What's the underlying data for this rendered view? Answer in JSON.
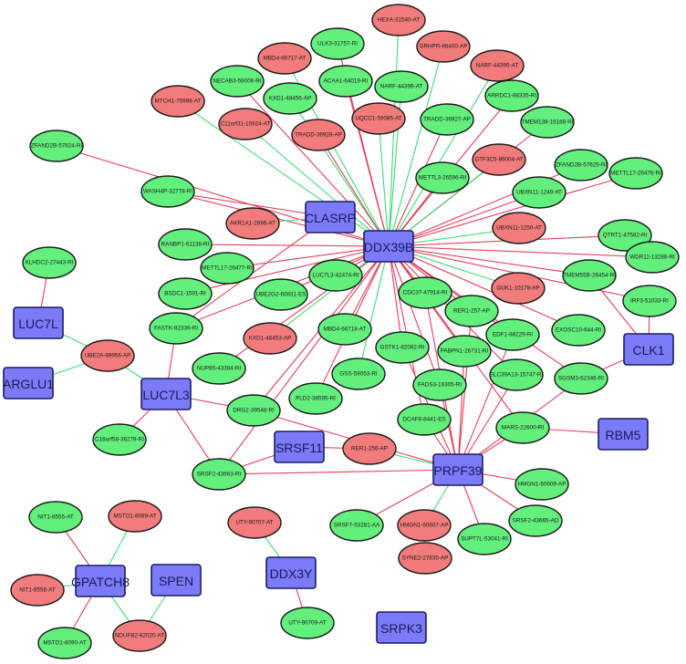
{
  "colors": {
    "hub_fill": "#7b7bf7",
    "hub_stroke": "#1c1c66",
    "up_fill": "#62ef7c",
    "down_fill": "#f27b7b",
    "node_stroke": "#1a1a1a",
    "edge_red": "#e2405c",
    "edge_green": "#3fdc74"
  },
  "hubs": [
    "CLASRP",
    "DDX39B",
    "LUC7L",
    "ARGLU1",
    "LUC7L3",
    "SRSF11",
    "PRPF39",
    "CLK1",
    "RBM5",
    "GPATCH8",
    "SPEN",
    "DDX3Y",
    "SRPK3"
  ],
  "events": [
    {
      "id": "HEXA-31540-AT",
      "type": "red"
    },
    {
      "id": "GRHPR-86400-AP",
      "type": "red"
    },
    {
      "id": "MBD4-66717-AT",
      "type": "red"
    },
    {
      "id": "ULK3-31757-RI",
      "type": "green"
    },
    {
      "id": "NARF-44395-AT",
      "type": "red"
    },
    {
      "id": "NECAB3-59006-RI",
      "type": "green"
    },
    {
      "id": "ACAA1-64019-RI",
      "type": "green"
    },
    {
      "id": "NARF-44396-AT",
      "type": "green"
    },
    {
      "id": "KXD1-48456-AP",
      "type": "green"
    },
    {
      "id": "MTCH1-75998-AT",
      "type": "red"
    },
    {
      "id": "ARRDC1-88335-RI",
      "type": "green"
    },
    {
      "id": "C11orf31-15924-AT",
      "type": "red"
    },
    {
      "id": "UQCC1-59085-AT",
      "type": "red"
    },
    {
      "id": "TRADD-36928-AP",
      "type": "red"
    },
    {
      "id": "TRADD-36927-AP",
      "type": "green"
    },
    {
      "id": "TMEM138-16188-RI",
      "type": "green"
    },
    {
      "id": "ZFAND2B-57624-RI",
      "type": "green"
    },
    {
      "id": "GTF3C5-86004-AT",
      "type": "red"
    },
    {
      "id": "METTL3-26596-RI",
      "type": "green"
    },
    {
      "id": "ZFAND2B-57625-RI",
      "type": "green"
    },
    {
      "id": "METTL17-26476-RI",
      "type": "green"
    },
    {
      "id": "WASH4P-32778-RI",
      "type": "green"
    },
    {
      "id": "UBXN11-1249-AT",
      "type": "green"
    },
    {
      "id": "AKR1A1-2696-AT",
      "type": "red"
    },
    {
      "id": "UBXN11-1250-AT",
      "type": "red"
    },
    {
      "id": "QTRT1-47582-RI",
      "type": "green"
    },
    {
      "id": "RANBP1-61138-RI",
      "type": "green"
    },
    {
      "id": "WDR11-13288-RI",
      "type": "green"
    },
    {
      "id": "METTL17-26477-RI",
      "type": "green"
    },
    {
      "id": "LUC7L3-42474-RI",
      "type": "green"
    },
    {
      "id": "TMEM55B-26454-RI",
      "type": "green"
    },
    {
      "id": "BSDC1-1591-RI",
      "type": "green"
    },
    {
      "id": "UBE2G2-60831-ES",
      "type": "green"
    },
    {
      "id": "CDC37-47914-RI",
      "type": "green"
    },
    {
      "id": "GUK1-10178-AP",
      "type": "red"
    },
    {
      "id": "IRF3-51033-RI",
      "type": "green"
    },
    {
      "id": "RER1-257-AP",
      "type": "green"
    },
    {
      "id": "KLHDC2-27443-RI",
      "type": "green"
    },
    {
      "id": "FASTK-82336-RI",
      "type": "green"
    },
    {
      "id": "KXD1-48453-AP",
      "type": "red"
    },
    {
      "id": "MBD4-66718-AT",
      "type": "green"
    },
    {
      "id": "EDF1-88229-RI",
      "type": "green"
    },
    {
      "id": "EXOSC10-644-RI",
      "type": "green"
    },
    {
      "id": "UBE2A-89956-AP",
      "type": "red"
    },
    {
      "id": "NUP85-43384-RI",
      "type": "green"
    },
    {
      "id": "GSTK1-82082-RI",
      "type": "green"
    },
    {
      "id": "PABPN1-26731-RI",
      "type": "green"
    },
    {
      "id": "GSS-59053-RI",
      "type": "green"
    },
    {
      "id": "FADS3-16305-RI",
      "type": "green"
    },
    {
      "id": "SLC39A13-15747-RI",
      "type": "green"
    },
    {
      "id": "SGSM3-62346-RI",
      "type": "green"
    },
    {
      "id": "PLD2-38595-RI",
      "type": "green"
    },
    {
      "id": "DRG2-39548-RI",
      "type": "green"
    },
    {
      "id": "C16orf58-36278-RI",
      "type": "green"
    },
    {
      "id": "DCAF8-8441-ES",
      "type": "green"
    },
    {
      "id": "MARS-22600-RI",
      "type": "green"
    },
    {
      "id": "RER1-256-AP",
      "type": "red"
    },
    {
      "id": "SRSF2-43663-RI",
      "type": "green"
    },
    {
      "id": "HMGN1-60609-AP",
      "type": "green"
    },
    {
      "id": "SRSF7-53281-AA",
      "type": "green"
    },
    {
      "id": "HMGN1-60607-AP",
      "type": "red"
    },
    {
      "id": "SUPT7L-53041-RI",
      "type": "green"
    },
    {
      "id": "SRSF2-43665-AD",
      "type": "green"
    },
    {
      "id": "SYNE2-27835-AP",
      "type": "red"
    },
    {
      "id": "NIT1-8555-AT",
      "type": "green"
    },
    {
      "id": "MSTO1-8089-AT",
      "type": "red"
    },
    {
      "id": "NIT1-8556-AT",
      "type": "red"
    },
    {
      "id": "MSTO1-8090-AT",
      "type": "green"
    },
    {
      "id": "NDUFB2-82020-AT",
      "type": "red"
    },
    {
      "id": "UTY-90707-AT",
      "type": "red"
    },
    {
      "id": "UTY-90709-AT",
      "type": "green"
    }
  ],
  "edges": [
    [
      "DDX39B",
      "HEXA-31540-AT",
      "green"
    ],
    [
      "DDX39B",
      "GRHPR-86400-AP",
      "green"
    ],
    [
      "DDX39B",
      "NARF-44395-AT",
      "green"
    ],
    [
      "DDX39B",
      "ULK3-31757-RI",
      "red"
    ],
    [
      "DDX39B",
      "ACAA1-64019-RI",
      "red"
    ],
    [
      "DDX39B",
      "NARF-44396-AT",
      "green"
    ],
    [
      "DDX39B",
      "KXD1-48456-AP",
      "green"
    ],
    [
      "DDX39B",
      "MBD4-66717-AT",
      "green"
    ],
    [
      "DDX39B",
      "NECAB3-59006-RI",
      "red"
    ],
    [
      "DDX39B",
      "MTCH1-75998-AT",
      "green"
    ],
    [
      "DDX39B",
      "C11orf31-15924-AT",
      "green"
    ],
    [
      "DDX39B",
      "UQCC1-59085-AT",
      "green"
    ],
    [
      "DDX39B",
      "TRADD-36928-AP",
      "red"
    ],
    [
      "DDX39B",
      "TRADD-36927-AP",
      "red"
    ],
    [
      "DDX39B",
      "ARRDC1-88335-RI",
      "red"
    ],
    [
      "DDX39B",
      "TMEM138-16188-RI",
      "red"
    ],
    [
      "DDX39B",
      "ZFAND2B-57624-RI",
      "red"
    ],
    [
      "DDX39B",
      "GTF3C5-86004-AT",
      "green"
    ],
    [
      "DDX39B",
      "METTL3-26596-RI",
      "red"
    ],
    [
      "DDX39B",
      "ZFAND2B-57625-RI",
      "red"
    ],
    [
      "DDX39B",
      "METTL17-26476-RI",
      "red"
    ],
    [
      "DDX39B",
      "WASH4P-32778-RI",
      "red"
    ],
    [
      "DDX39B",
      "UBXN11-1249-AT",
      "red"
    ],
    [
      "DDX39B",
      "UBXN11-1250-AT",
      "green"
    ],
    [
      "DDX39B",
      "QTRT1-47582-RI",
      "red"
    ],
    [
      "DDX39B",
      "RANBP1-61138-RI",
      "red"
    ],
    [
      "DDX39B",
      "WDR11-13288-RI",
      "red"
    ],
    [
      "DDX39B",
      "METTL17-26477-RI",
      "red"
    ],
    [
      "DDX39B",
      "LUC7L3-42474-RI",
      "red"
    ],
    [
      "DDX39B",
      "TMEM55B-26454-RI",
      "red"
    ],
    [
      "DDX39B",
      "BSDC1-1591-RI",
      "red"
    ],
    [
      "DDX39B",
      "UBE2G2-60831-ES",
      "red"
    ],
    [
      "DDX39B",
      "CDC37-47914-RI",
      "red"
    ],
    [
      "DDX39B",
      "GUK1-10178-AP",
      "green"
    ],
    [
      "DDX39B",
      "IRF3-51033-RI",
      "red"
    ],
    [
      "DDX39B",
      "RER1-257-AP",
      "red"
    ],
    [
      "DDX39B",
      "FASTK-82336-RI",
      "red"
    ],
    [
      "DDX39B",
      "KXD1-48453-AP",
      "green"
    ],
    [
      "DDX39B",
      "MBD4-66718-AT",
      "red"
    ],
    [
      "DDX39B",
      "EDF1-88229-RI",
      "red"
    ],
    [
      "DDX39B",
      "EXOSC10-644-RI",
      "red"
    ],
    [
      "DDX39B",
      "GSTK1-82082-RI",
      "red"
    ],
    [
      "DDX39B",
      "PABPN1-26731-RI",
      "red"
    ],
    [
      "DDX39B",
      "GSS-59053-RI",
      "green"
    ],
    [
      "DDX39B",
      "FADS3-16305-RI",
      "red"
    ],
    [
      "DDX39B",
      "SLC39A13-15747-RI",
      "red"
    ],
    [
      "DDX39B",
      "SGSM3-62346-RI",
      "red"
    ],
    [
      "DDX39B",
      "PLD2-38595-RI",
      "red"
    ],
    [
      "DDX39B",
      "DRG2-39548-RI",
      "red"
    ],
    [
      "DDX39B",
      "DCAF8-8441-ES",
      "red"
    ],
    [
      "DDX39B",
      "MARS-22600-RI",
      "red"
    ],
    [
      "DDX39B",
      "SRSF2-43663-RI",
      "red"
    ],
    [
      "DDX39B",
      "NUP85-43384-RI",
      "red"
    ],
    [
      "CLASRP",
      "AKR1A1-2696-AT",
      "green"
    ],
    [
      "CLASRP",
      "WASH4P-32778-RI",
      "red"
    ],
    [
      "CLASRP",
      "FASTK-82336-RI",
      "red"
    ],
    [
      "PRPF39",
      "RER1-256-AP",
      "green"
    ],
    [
      "PRPF39",
      "DCAF8-8441-ES",
      "red"
    ],
    [
      "PRPF39",
      "FADS3-16305-RI",
      "red"
    ],
    [
      "PRPF39",
      "PABPN1-26731-RI",
      "red"
    ],
    [
      "PRPF39",
      "GSTK1-82082-RI",
      "red"
    ],
    [
      "PRPF39",
      "MARS-22600-RI",
      "red"
    ],
    [
      "PRPF39",
      "SGSM3-62346-RI",
      "red"
    ],
    [
      "PRPF39",
      "EDF1-88229-RI",
      "red"
    ],
    [
      "PRPF39",
      "SLC39A13-15747-RI",
      "red"
    ],
    [
      "PRPF39",
      "RER1-257-AP",
      "red"
    ],
    [
      "PRPF39",
      "CDC37-47914-RI",
      "red"
    ],
    [
      "PRPF39",
      "HMGN1-60609-AP",
      "red"
    ],
    [
      "PRPF39",
      "SRSF2-43665-AD",
      "red"
    ],
    [
      "PRPF39",
      "SUPT7L-53041-RI",
      "red"
    ],
    [
      "PRPF39",
      "HMGN1-60607-AP",
      "green"
    ],
    [
      "PRPF39",
      "SRSF7-53281-AA",
      "red"
    ],
    [
      "PRPF39",
      "SRSF2-43663-RI",
      "red"
    ],
    [
      "PRPF39",
      "DRG2-39548-RI",
      "red"
    ],
    [
      "SRSF11",
      "RER1-256-AP",
      "red"
    ],
    [
      "SRSF11",
      "SRSF2-43663-RI",
      "red"
    ],
    [
      "LUC7L3",
      "UBE2A-89956-AP",
      "green"
    ],
    [
      "LUC7L3",
      "FASTK-82336-RI",
      "red"
    ],
    [
      "LUC7L3",
      "DRG2-39548-RI",
      "red"
    ],
    [
      "LUC7L3",
      "C16orf58-36278-RI",
      "red"
    ],
    [
      "LUC7L3",
      "SRSF2-43663-RI",
      "red"
    ],
    [
      "LUC7L",
      "KLHDC2-27443-RI",
      "red"
    ],
    [
      "LUC7L",
      "UBE2A-89956-AP",
      "green"
    ],
    [
      "ARGLU1",
      "UBE2A-89956-AP",
      "green"
    ],
    [
      "CLK1",
      "TMEM55B-26454-RI",
      "red"
    ],
    [
      "CLK1",
      "IRF3-51033-RI",
      "red"
    ],
    [
      "CLK1",
      "SGSM3-62346-RI",
      "red"
    ],
    [
      "RBM5",
      "MARS-22600-RI",
      "red"
    ],
    [
      "GPATCH8",
      "NIT1-8555-AT",
      "red"
    ],
    [
      "GPATCH8",
      "MSTO1-8089-AT",
      "green"
    ],
    [
      "GPATCH8",
      "NIT1-8556-AT",
      "green"
    ],
    [
      "GPATCH8",
      "MSTO1-8090-AT",
      "red"
    ],
    [
      "GPATCH8",
      "NDUFB2-82020-AT",
      "green"
    ],
    [
      "SPEN",
      "NDUFB2-82020-AT",
      "green"
    ],
    [
      "DDX3Y",
      "UTY-90707-AT",
      "green"
    ],
    [
      "DDX3Y",
      "UTY-90709-AT",
      "red"
    ]
  ]
}
